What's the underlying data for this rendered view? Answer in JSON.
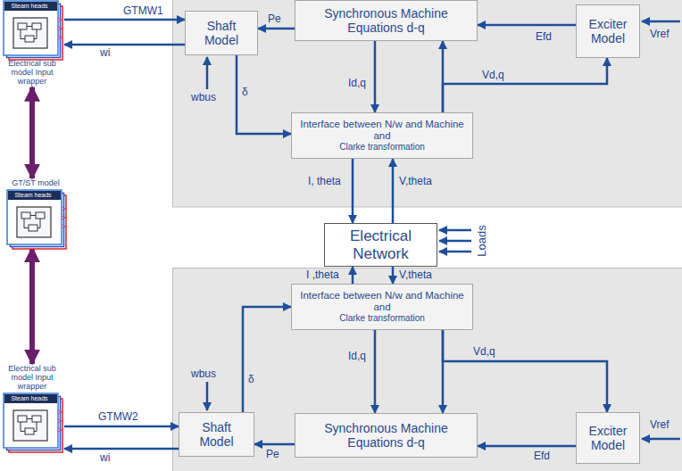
{
  "diagram": {
    "nodes": [
      {
        "text": [
          "Steam heads",
          "Electrical sub model Input wrapper"
        ]
      },
      {
        "text": [
          "Shaft Model"
        ]
      },
      {
        "text": [
          "Synchronous Machine Equations d-q"
        ]
      },
      {
        "text": [
          "Exciter Model"
        ]
      },
      {
        "text": [
          "Interface between N/w and Machine and",
          "Clarke transformation"
        ]
      },
      {
        "text": [
          "Electrical Network"
        ]
      },
      {
        "text": [
          "GT/ST model",
          "Steam heads"
        ]
      },
      {
        "text": [
          "Interface between N/w and Machine and",
          "Clarke transformation"
        ]
      },
      {
        "text": [
          "Electrical sub model Input wrapper",
          "Steam heads"
        ]
      },
      {
        "text": [
          "Shaft Model"
        ]
      },
      {
        "text": [
          "Synchronous Machine Equations d-q"
        ]
      },
      {
        "text": [
          "Exciter Model"
        ]
      }
    ],
    "edges": [
      {
        "from": 0,
        "to": 1,
        "label": "GTMW1",
        "arrow": "to"
      },
      {
        "from": 1,
        "to": 0,
        "label": "wi",
        "arrow": "to"
      },
      {
        "from": 2,
        "to": 1,
        "label": "Pe",
        "arrow": "to"
      },
      {
        "from": 3,
        "to": 2,
        "label": "Efd",
        "arrow": "to"
      },
      {
        "from": 1,
        "to": 4,
        "label": "δ",
        "arrow": "to"
      },
      {
        "from": 2,
        "to": 4,
        "label": "Id,q",
        "arrow": "to"
      },
      {
        "from": 4,
        "to": 2,
        "arrow": "to"
      },
      {
        "from": 4,
        "to": 3,
        "label": "Vd,q",
        "arrow": "to"
      },
      {
        "from": 4,
        "to": 5,
        "label": "I, theta",
        "arrow": "to"
      },
      {
        "from": 5,
        "to": 4,
        "label": "V,theta",
        "arrow": "to"
      },
      {
        "from": 0,
        "to": 6,
        "arrow": "both"
      },
      {
        "from": 6,
        "to": 8,
        "arrow": "both"
      },
      {
        "from": 7,
        "to": 5,
        "label": "I ,theta",
        "arrow": "to"
      },
      {
        "from": 5,
        "to": 7,
        "label": "V,theta",
        "arrow": "to"
      },
      {
        "from": 8,
        "to": 9,
        "label": "GTMW2",
        "arrow": "to"
      },
      {
        "from": 9,
        "to": 8,
        "label": "wi",
        "arrow": "to"
      },
      {
        "from": 10,
        "to": 9,
        "label": "Pe",
        "arrow": "to"
      },
      {
        "from": 9,
        "to": 7,
        "label": "δ",
        "arrow": "to"
      },
      {
        "from": 7,
        "to": 10,
        "label": "Id,q",
        "arrow": "to"
      },
      {
        "from": 7,
        "to": 10,
        "arrow": "to"
      },
      {
        "from": 7,
        "to": 11,
        "label": "Vd,q",
        "arrow": "to"
      },
      {
        "from": 11,
        "to": 10,
        "label": "Efd",
        "arrow": "to"
      }
    ],
    "labels": [
      "wbus",
      "Vref",
      "Loads",
      "wbus",
      "Vref"
    ]
  }
}
